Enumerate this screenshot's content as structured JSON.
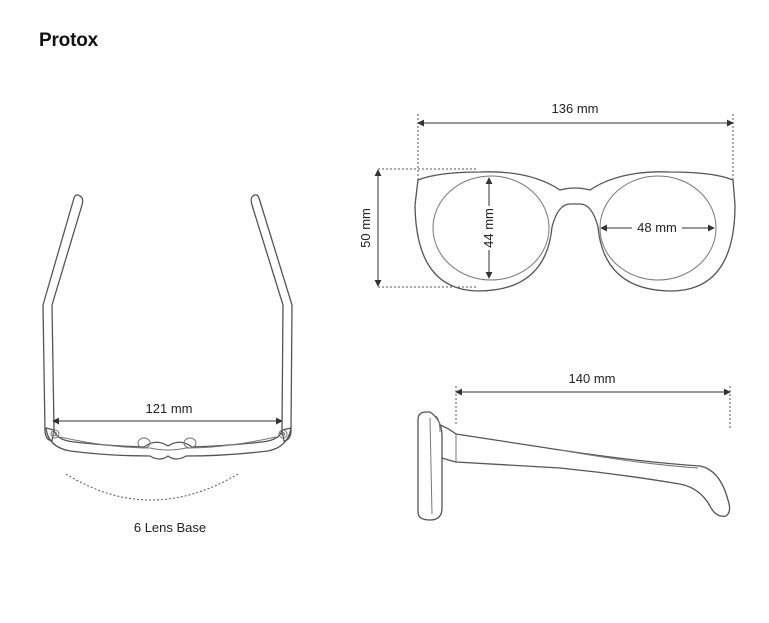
{
  "title": "Protox",
  "measurements": {
    "temple_width": "121 mm",
    "lens_base": "6 Lens Base",
    "frame_width": "136 mm",
    "lens_height_outer": "50 mm",
    "lens_height_inner": "44 mm",
    "lens_width": "48 mm",
    "temple_length": "140 mm"
  },
  "colors": {
    "outline": "#555555",
    "text": "#222222",
    "background": "#ffffff"
  }
}
